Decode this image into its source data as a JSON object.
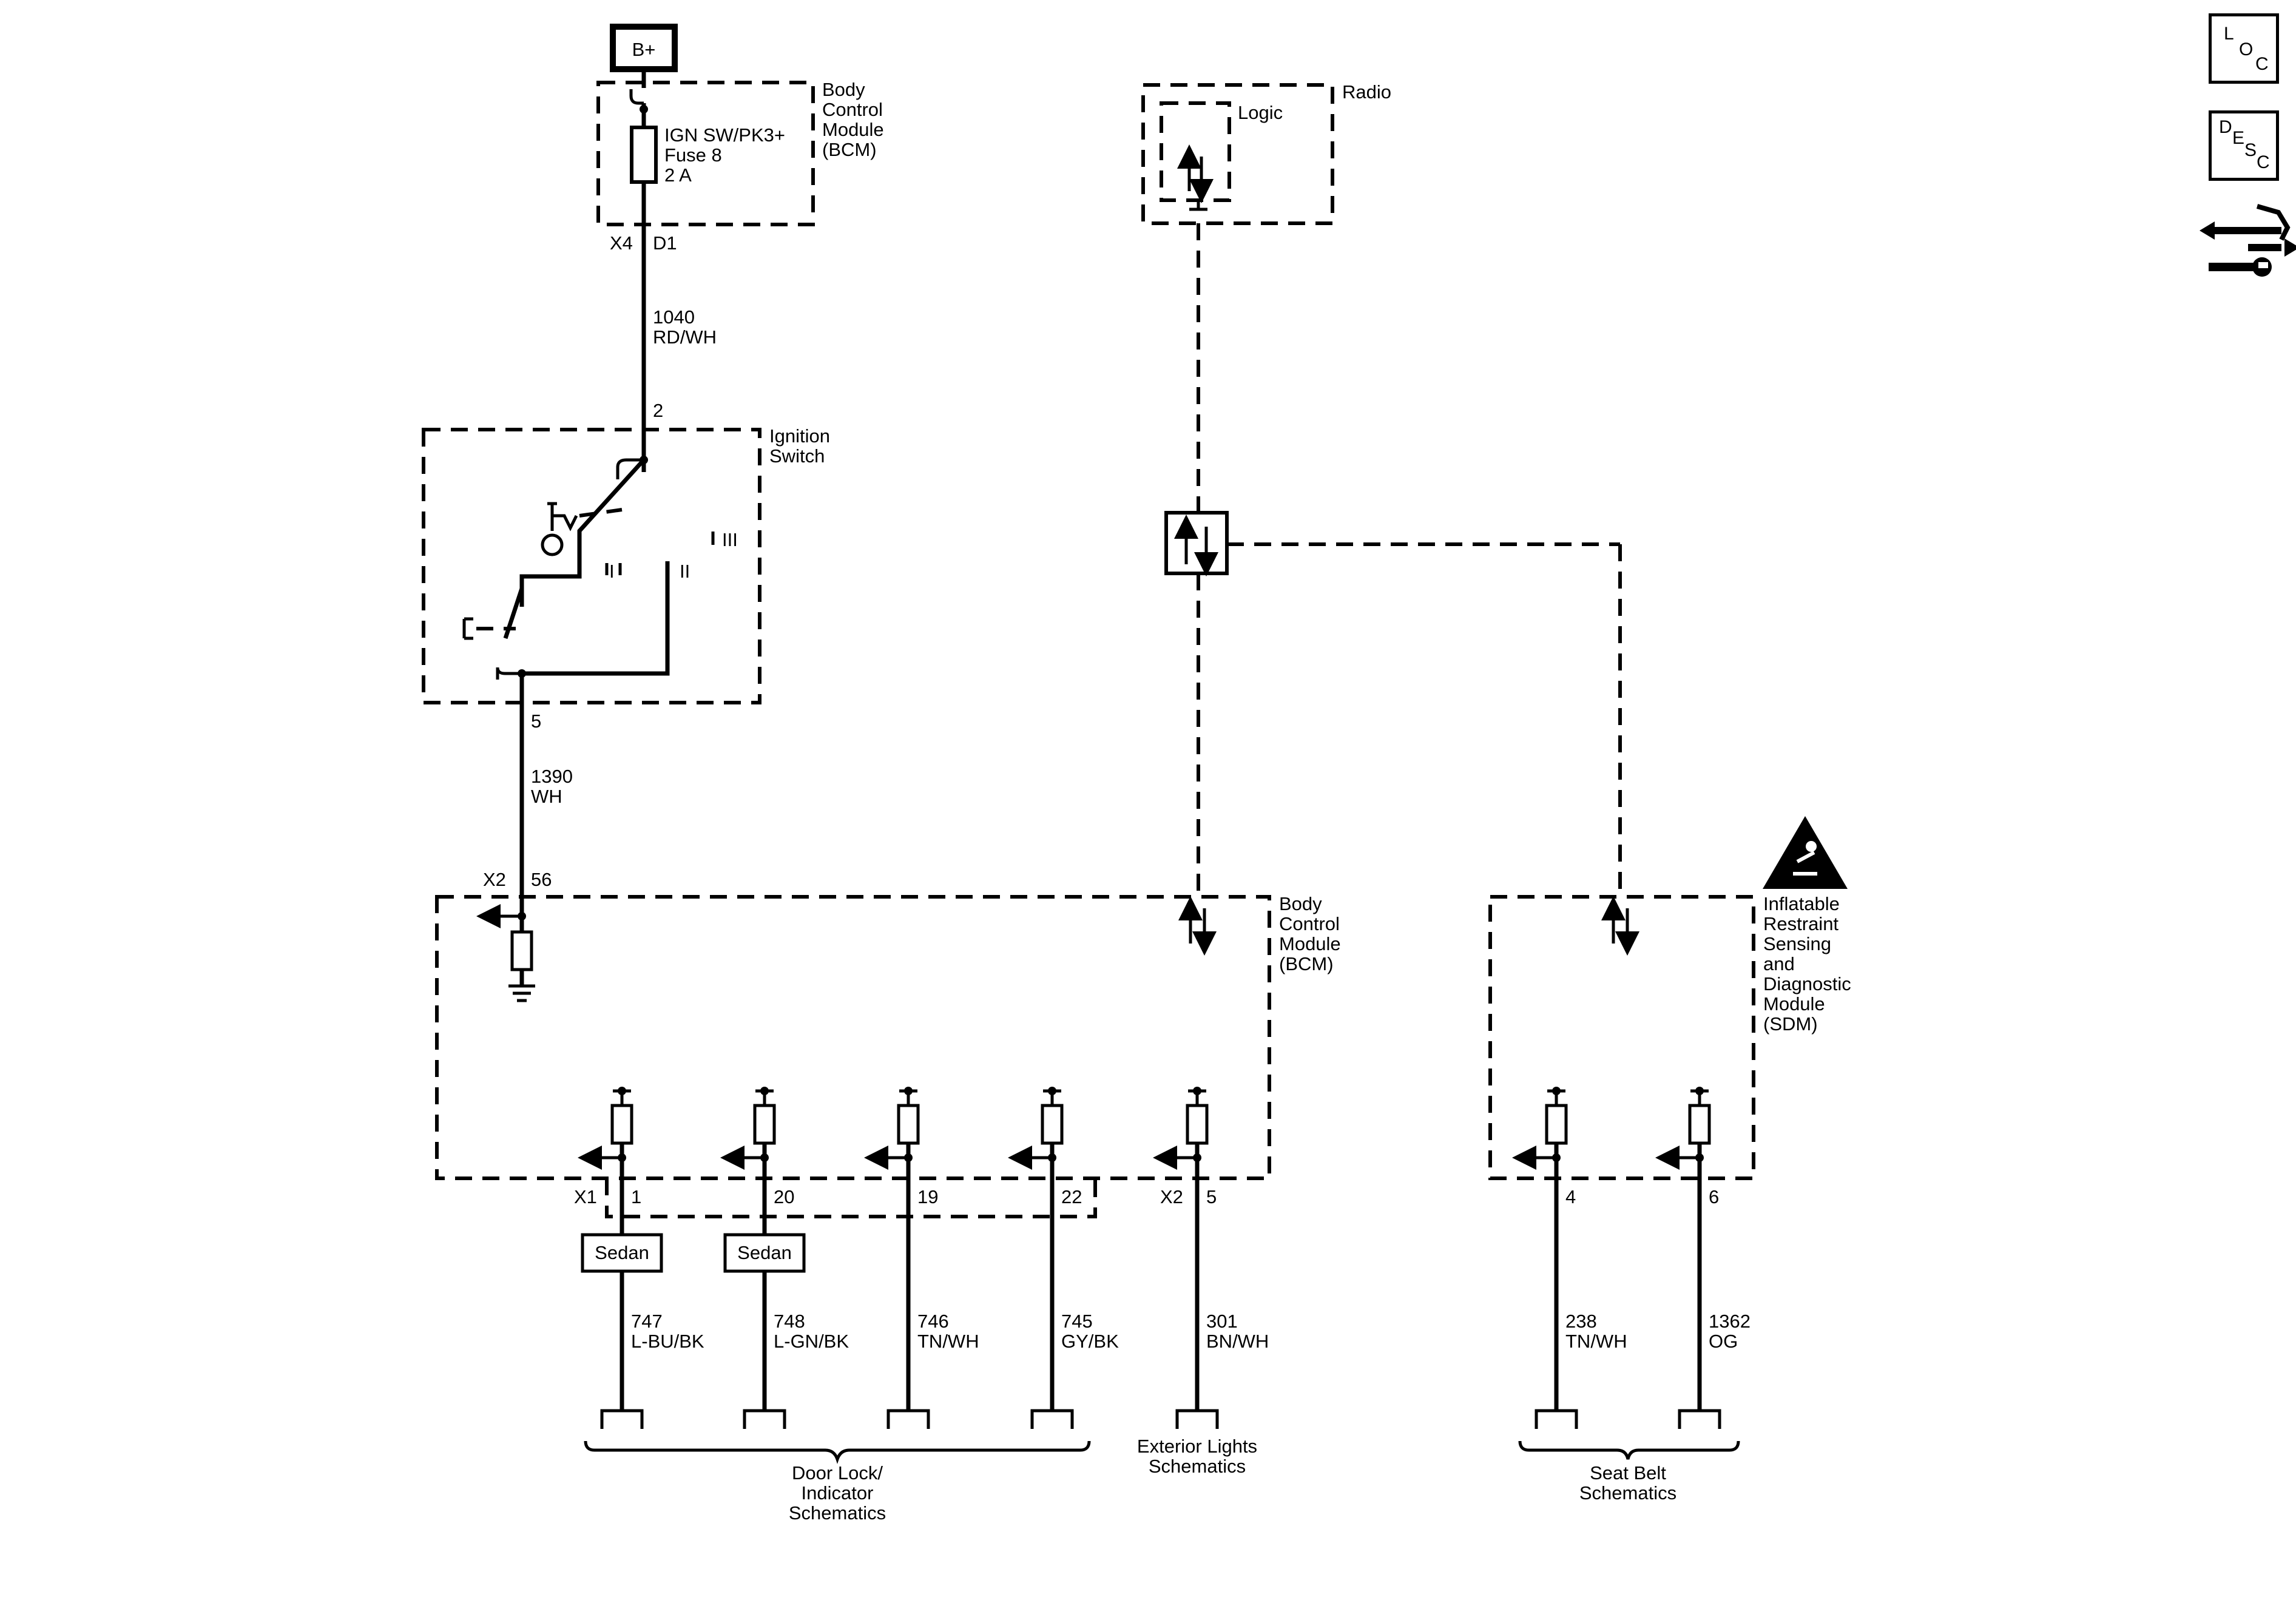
{
  "bplus": "B+",
  "bcm_top": {
    "name": [
      "Body",
      "Control",
      "Module",
      "(BCM)"
    ],
    "fuse": [
      "IGN SW/PK3+",
      "Fuse 8",
      "2 A"
    ],
    "conn": "X4",
    "pin": "D1"
  },
  "wire_1040": {
    "circuit": "1040",
    "color": "RD/WH"
  },
  "ign": {
    "name": [
      "Ignition",
      "Switch"
    ],
    "pin_top": "2",
    "pin_bottom": "5",
    "pos_I": "I",
    "pos_II": "II",
    "pos_III": "III"
  },
  "wire_1390": {
    "circuit": "1390",
    "color": "WH"
  },
  "radio": {
    "name": "Radio",
    "logic": "Logic"
  },
  "bcm_main": {
    "name": [
      "Body",
      "Control",
      "Module",
      "(BCM)"
    ],
    "conn_x2_top": "X2",
    "pin_56": "56",
    "conn_x1": "X1",
    "conn_x2_bottom": "X2"
  },
  "sdm": {
    "name": [
      "Inflatable",
      "Restraint",
      "Sensing",
      "and",
      "Diagnostic",
      "Module",
      "(SDM)"
    ]
  },
  "outputs": [
    {
      "pin": "1",
      "circuit": "747",
      "color": "L-BU/BK",
      "option": "Sedan"
    },
    {
      "pin": "20",
      "circuit": "748",
      "color": "L-GN/BK",
      "option": "Sedan"
    },
    {
      "pin": "19",
      "circuit": "746",
      "color": "TN/WH"
    },
    {
      "pin": "22",
      "circuit": "745",
      "color": "GY/BK"
    },
    {
      "pin": "5",
      "circuit": "301",
      "color": "BN/WH"
    }
  ],
  "sdm_outputs": [
    {
      "pin": "4",
      "circuit": "238",
      "color": "TN/WH"
    },
    {
      "pin": "6",
      "circuit": "1362",
      "color": "OG"
    }
  ],
  "dest": {
    "door_lock": [
      "Door Lock/",
      "Indicator",
      "Schematics"
    ],
    "exterior": [
      "Exterior Lights",
      "Schematics"
    ],
    "seat_belt": [
      "Seat Belt",
      "Schematics"
    ]
  },
  "icons": {
    "loc": {
      "a": "L",
      "b": "O",
      "c": "C"
    },
    "desc": {
      "a": "D",
      "b": "E",
      "c": "S",
      "d": "C"
    }
  }
}
